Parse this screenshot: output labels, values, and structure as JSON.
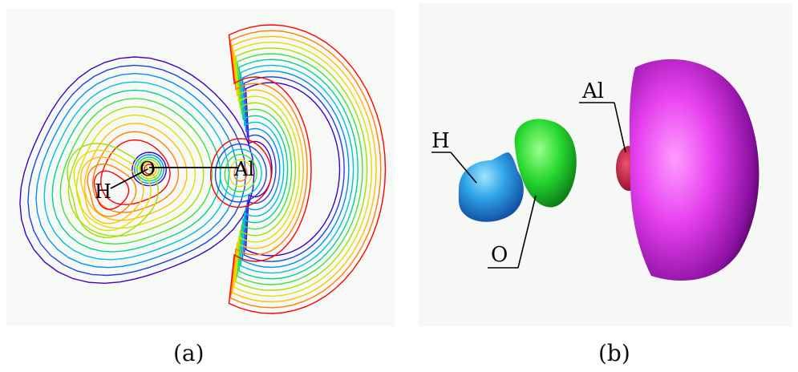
{
  "panel_a": {
    "labels": {
      "hydrogen": "H",
      "oxygen": "O",
      "aluminum": "Al"
    },
    "caption": "(a)"
  },
  "panel_b": {
    "labels": {
      "hydrogen": "H",
      "oxygen": "O",
      "aluminum": "Al"
    },
    "caption": "(b)",
    "colors": {
      "hydrogen": "#2f9ee0",
      "oxygen": "#22d63a",
      "aluminum_core": "#c41d3e",
      "aluminum_lobe": "#e23ef0"
    }
  },
  "contour_colors": [
    "#ff0000",
    "#ff7f00",
    "#ffbf00",
    "#e0e000",
    "#a0e000",
    "#40e040",
    "#00d090",
    "#00c0e0",
    "#0090f0",
    "#2040e0",
    "#4000c0"
  ]
}
